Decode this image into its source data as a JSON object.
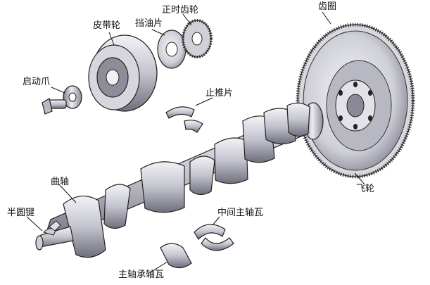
{
  "labels": {
    "start_claw": "启动爪",
    "belt_pulley": "皮带轮",
    "oil_baffle": "挡油片",
    "timing_gear": "正时齿轮",
    "ring_gear": "齿圈",
    "thrust_washer": "止推片",
    "crankshaft": "曲轴",
    "flywheel": "飞轮",
    "woodruff_key": "半圆键",
    "middle_main_bearing": "中间主轴瓦",
    "main_bearing": "主轴承轴瓦"
  },
  "colors": {
    "metal_light": "#e9e9ee",
    "metal_mid": "#b9b9c4",
    "metal_dark": "#6d6d7a",
    "outline": "#222222"
  }
}
